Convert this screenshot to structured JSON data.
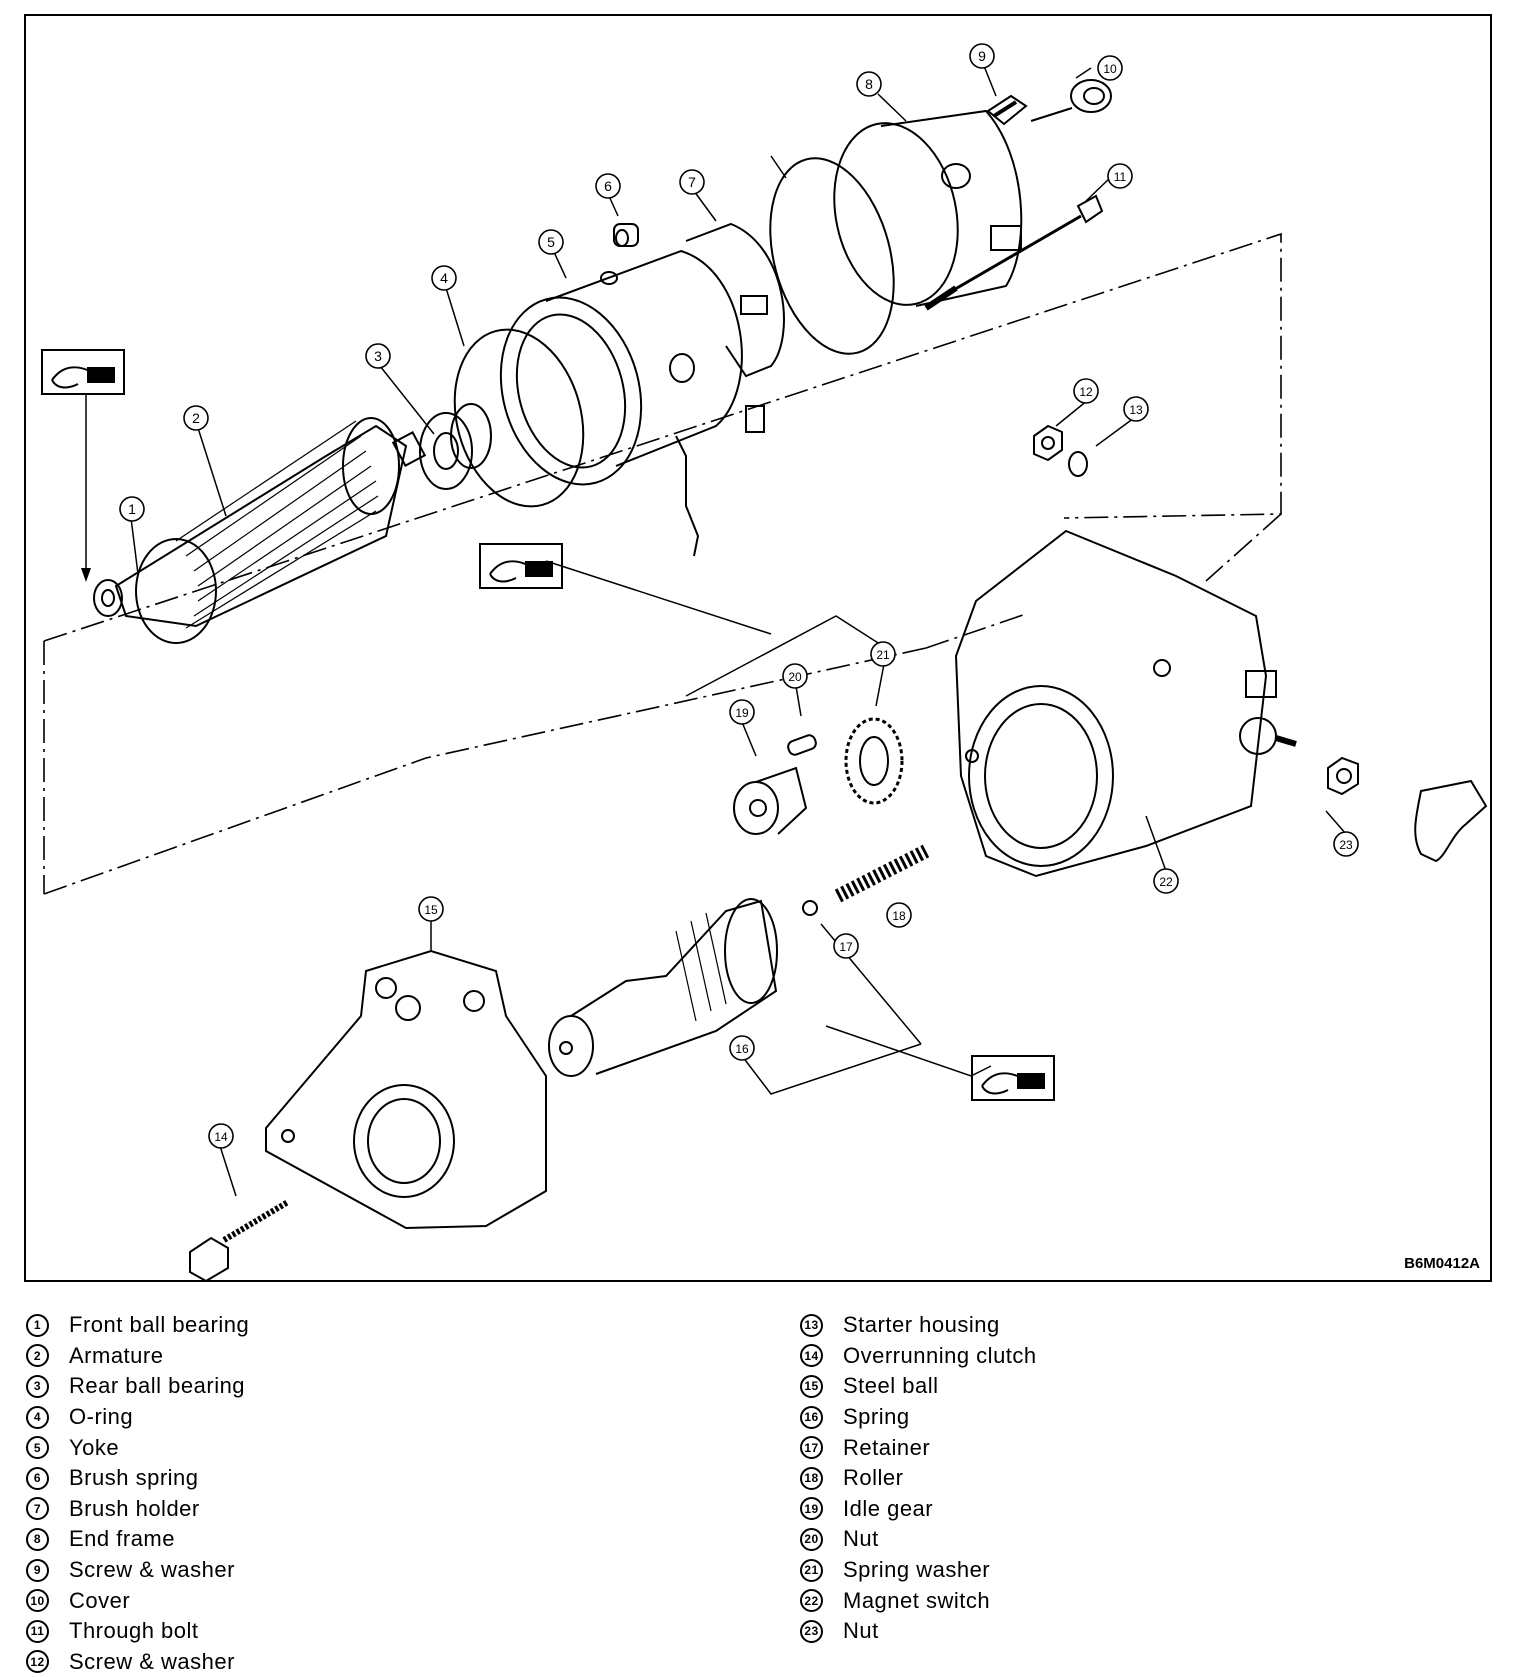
{
  "figure_code": "B6M0412A",
  "callouts": [
    "1",
    "2",
    "3",
    "4",
    "5",
    "6",
    "7",
    "8",
    "9",
    "10",
    "11",
    "12",
    "13",
    "14",
    "15",
    "16",
    "17",
    "18",
    "19",
    "20",
    "21",
    "22",
    "23"
  ],
  "legend": [
    {
      "num": "1",
      "label": "Front ball bearing"
    },
    {
      "num": "2",
      "label": "Armature"
    },
    {
      "num": "3",
      "label": "Rear ball bearing"
    },
    {
      "num": "4",
      "label": "O-ring"
    },
    {
      "num": "5",
      "label": "Yoke"
    },
    {
      "num": "6",
      "label": "Brush spring"
    },
    {
      "num": "7",
      "label": "Brush holder"
    },
    {
      "num": "8",
      "label": "End frame"
    },
    {
      "num": "9",
      "label": "Screw & washer"
    },
    {
      "num": "10",
      "label": "Cover"
    },
    {
      "num": "11",
      "label": "Through bolt"
    },
    {
      "num": "12",
      "label": "Screw & washer"
    },
    {
      "num": "13",
      "label": "Starter housing"
    },
    {
      "num": "14",
      "label": "Overrunning clutch"
    },
    {
      "num": "15",
      "label": "Steel ball"
    },
    {
      "num": "16",
      "label": "Spring"
    },
    {
      "num": "17",
      "label": "Retainer"
    },
    {
      "num": "18",
      "label": "Roller"
    },
    {
      "num": "19",
      "label": "Idle gear"
    },
    {
      "num": "20",
      "label": "Nut"
    },
    {
      "num": "21",
      "label": "Spring washer"
    },
    {
      "num": "22",
      "label": "Magnet switch"
    },
    {
      "num": "23",
      "label": "Nut"
    }
  ]
}
